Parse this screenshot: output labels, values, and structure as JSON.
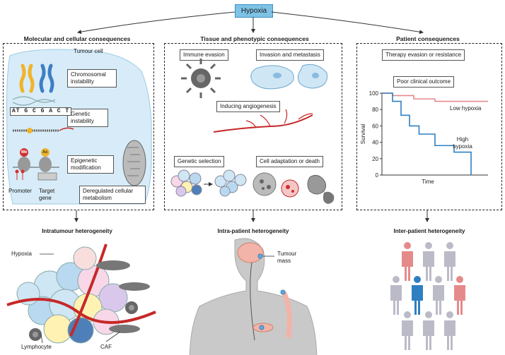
{
  "root": {
    "label": "Hypoxia"
  },
  "sections": {
    "molecular": {
      "title": "Molecular and cellular consequences",
      "tumour_cell": "Tumour cell",
      "items": [
        "Chromosomal instability",
        "Genetic instability",
        "Epigenetic modification",
        "Deregulated cellular metabolism"
      ],
      "promoter": "Promoter",
      "target_gene": "Target gene",
      "methyl_badge": "Me",
      "acetyl_badge": "Ac",
      "dna_sequence": "AT G C G A C T",
      "heterogeneity": "Intratumour heterogeneity",
      "labels": {
        "hypoxia": "Hypoxia",
        "lymphocyte": "Lymphocyte",
        "caf": "CAF"
      }
    },
    "tissue": {
      "title": "Tissue and phenotypic consequences",
      "items": [
        "Immune evasion",
        "Invasion and metastasis",
        "Inducing angiogenesis",
        "Genetic selection",
        "Cell adaptation or death"
      ],
      "heterogeneity": "Intra-patient heterogeneity",
      "tumour_mass": "Tumour mass"
    },
    "patient": {
      "title": "Patient consequences",
      "items": [
        "Therapy evasion or resistance",
        "Poor clinical outcome"
      ],
      "heterogeneity": "Inter-patient heterogeneity"
    }
  },
  "colors": {
    "accent_blue": "#2f7fc1",
    "hypoxia_box": "#7ec3e6",
    "low_red": "#e58a8a",
    "cell_bg": "#d7ecf8",
    "vessel_red": "#c62828"
  },
  "chart_data": {
    "type": "line",
    "xlabel": "Time",
    "ylabel": "Survival",
    "ylim": [
      0,
      100
    ],
    "yticks": [
      0,
      20,
      40,
      60,
      80,
      100
    ],
    "series": [
      {
        "name": "Low hypoxia",
        "x": [
          0,
          1,
          1,
          3,
          3,
          5,
          5,
          10
        ],
        "values": [
          100,
          100,
          97,
          97,
          93,
          93,
          90,
          90
        ]
      },
      {
        "name": "High hypoxia",
        "x": [
          0,
          1,
          1,
          1.8,
          1.8,
          2.6,
          2.6,
          3.5,
          3.5,
          5,
          5,
          6.8,
          6.8,
          8.4,
          8.4
        ],
        "values": [
          100,
          100,
          90,
          90,
          73,
          73,
          60,
          60,
          50,
          50,
          36,
          36,
          28,
          28,
          0
        ]
      }
    ],
    "series_labels": {
      "low": "Low hypoxia",
      "high_1": "High",
      "high_2": "hypoxia"
    }
  }
}
